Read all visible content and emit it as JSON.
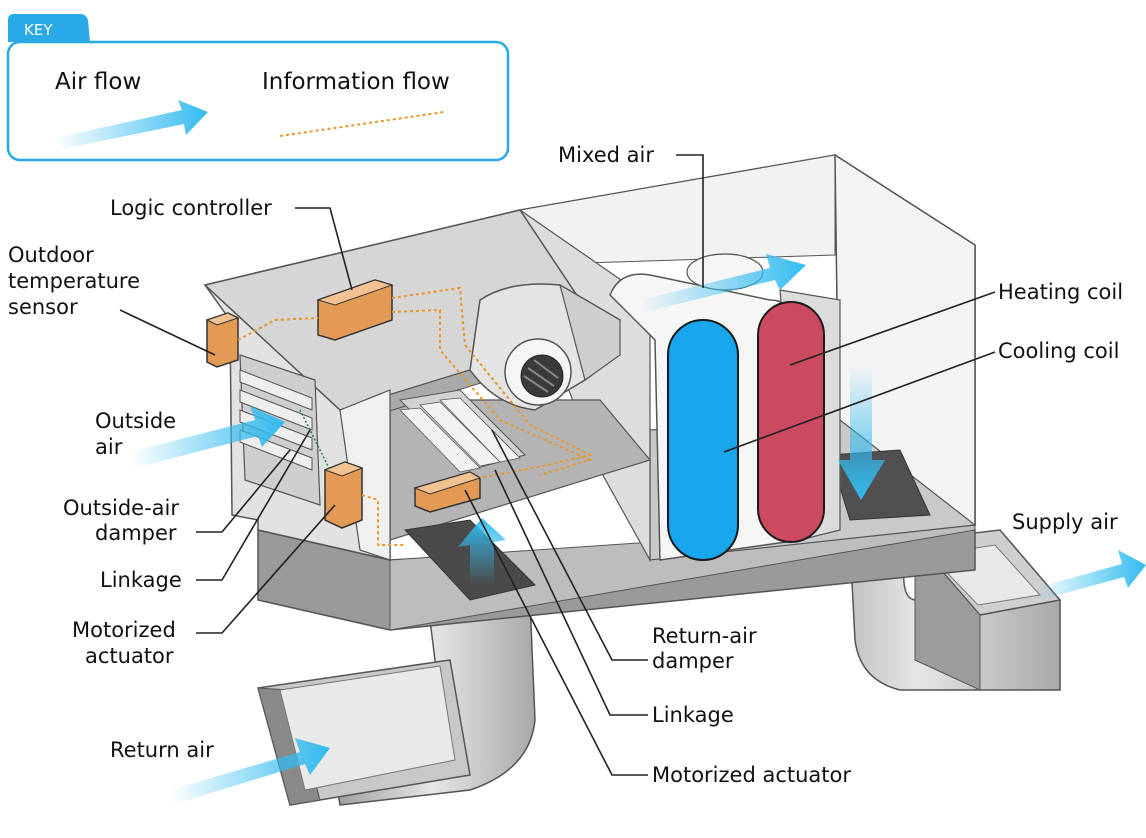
{
  "key": {
    "title": "KEY",
    "air_flow_label": "Air flow",
    "info_flow_label": "Information flow"
  },
  "labels": {
    "mixed_air": "Mixed air",
    "logic_controller": "Logic controller",
    "outdoor_sensor_1": "Outdoor",
    "outdoor_sensor_2": "temperature",
    "outdoor_sensor_3": "sensor",
    "heating_coil": "Heating coil",
    "cooling_coil": "Cooling coil",
    "outside_air_1": "Outside",
    "outside_air_2": "air",
    "outside_damper_1": "Outside-air",
    "outside_damper_2": "damper",
    "linkage_left": "Linkage",
    "motor_left_1": "Motorized",
    "motor_left_2": "actuator",
    "supply_air": "Supply air",
    "return_damper_1": "Return-air",
    "return_damper_2": "damper",
    "linkage_right": "Linkage",
    "motor_right": "Motorized actuator",
    "return_air": "Return air"
  },
  "colors": {
    "air_flow": "#33bbf0",
    "info_flow": "#e8962a",
    "heating_coil": "#cc4a60",
    "cooling_coil": "#18a6ec",
    "component": "#e29a55",
    "key_border": "#29a9e6",
    "housing": "#d4d4d4"
  }
}
